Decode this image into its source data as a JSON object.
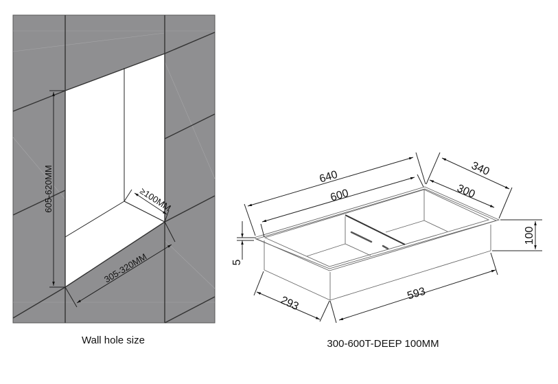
{
  "wall_hole": {
    "height_label": "605-620MM",
    "width_label": "305-320MM",
    "depth_label": "≥100MM",
    "caption": "Wall hole size"
  },
  "niche": {
    "outer_length": "640",
    "inner_length": "600",
    "outer_width": "340",
    "inner_width": "300",
    "depth": "100",
    "flange": "5",
    "body_width": "293",
    "body_length": "593",
    "caption": "300-600T-DEEP 100MM"
  },
  "colors": {
    "tile": "#8f8f91",
    "line": "#222222"
  }
}
